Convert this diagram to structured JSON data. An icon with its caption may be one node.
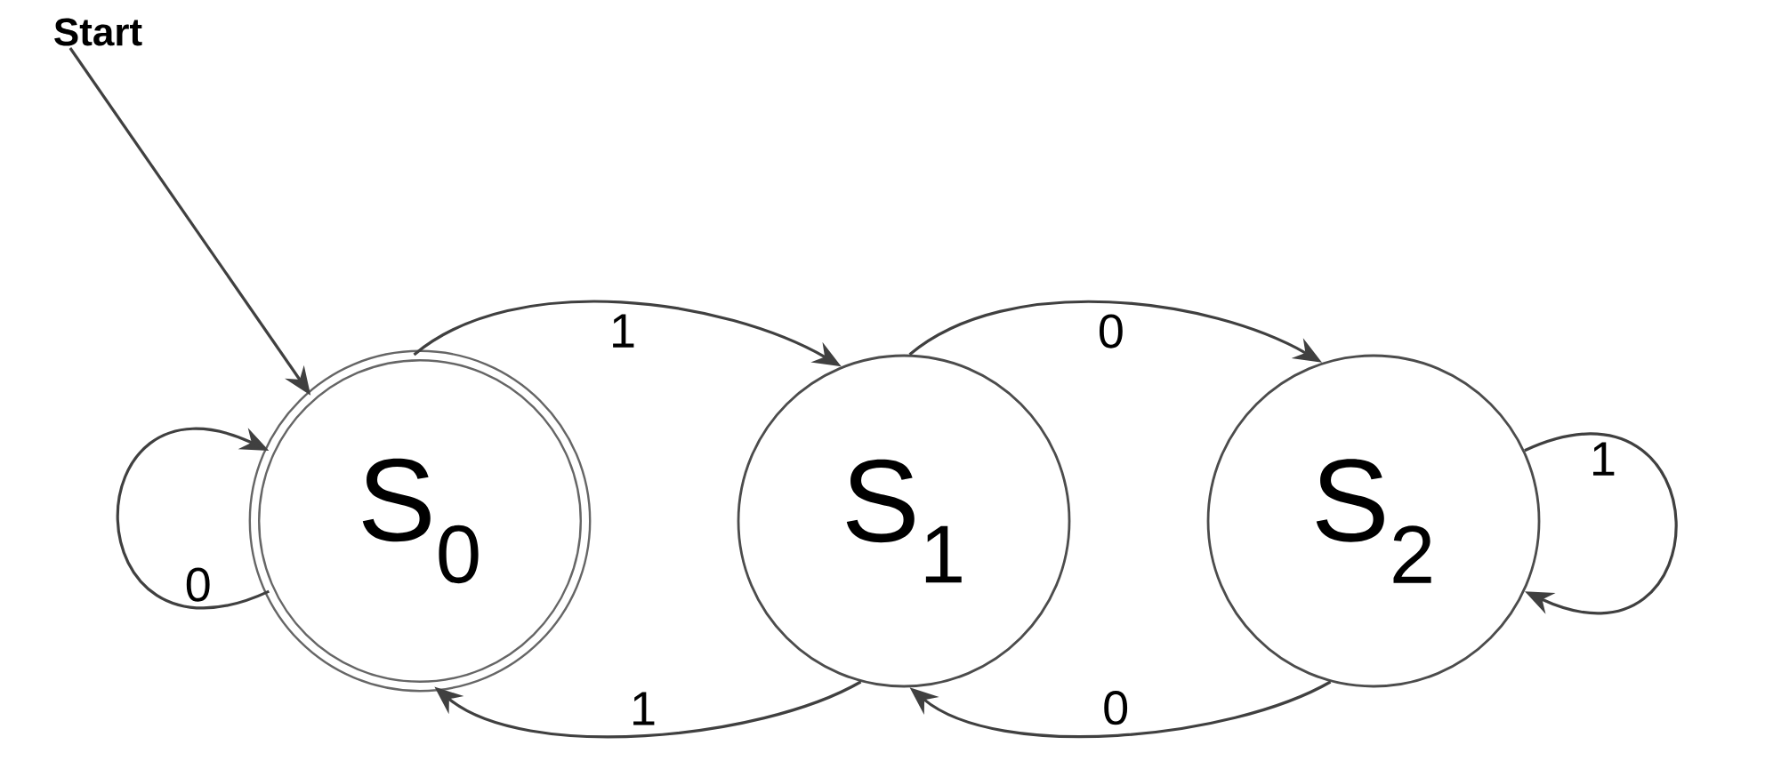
{
  "diagram": {
    "nodes": [
      {
        "text": [
          "Start"
        ]
      },
      {
        "text": [
          "S$_{0}$"
        ]
      },
      {
        "text": [
          "S$_{1}$"
        ]
      },
      {
        "text": [
          "S$_{2}$"
        ]
      }
    ],
    "edges": [
      {
        "from": 0,
        "to": 1,
        "arrow": "to"
      },
      {
        "from": 1,
        "to": 1,
        "arrow": "to",
        "label": "0"
      },
      {
        "from": 1,
        "to": 2,
        "arrow": "to",
        "label": "1"
      },
      {
        "from": 2,
        "to": 3,
        "arrow": "to",
        "label": "0"
      },
      {
        "from": 3,
        "to": 3,
        "arrow": "to",
        "label": "1"
      },
      {
        "from": 2,
        "to": 1,
        "arrow": "to",
        "label": "1"
      },
      {
        "from": 3,
        "to": 2,
        "arrow": "to",
        "label": "0"
      }
    ]
  }
}
